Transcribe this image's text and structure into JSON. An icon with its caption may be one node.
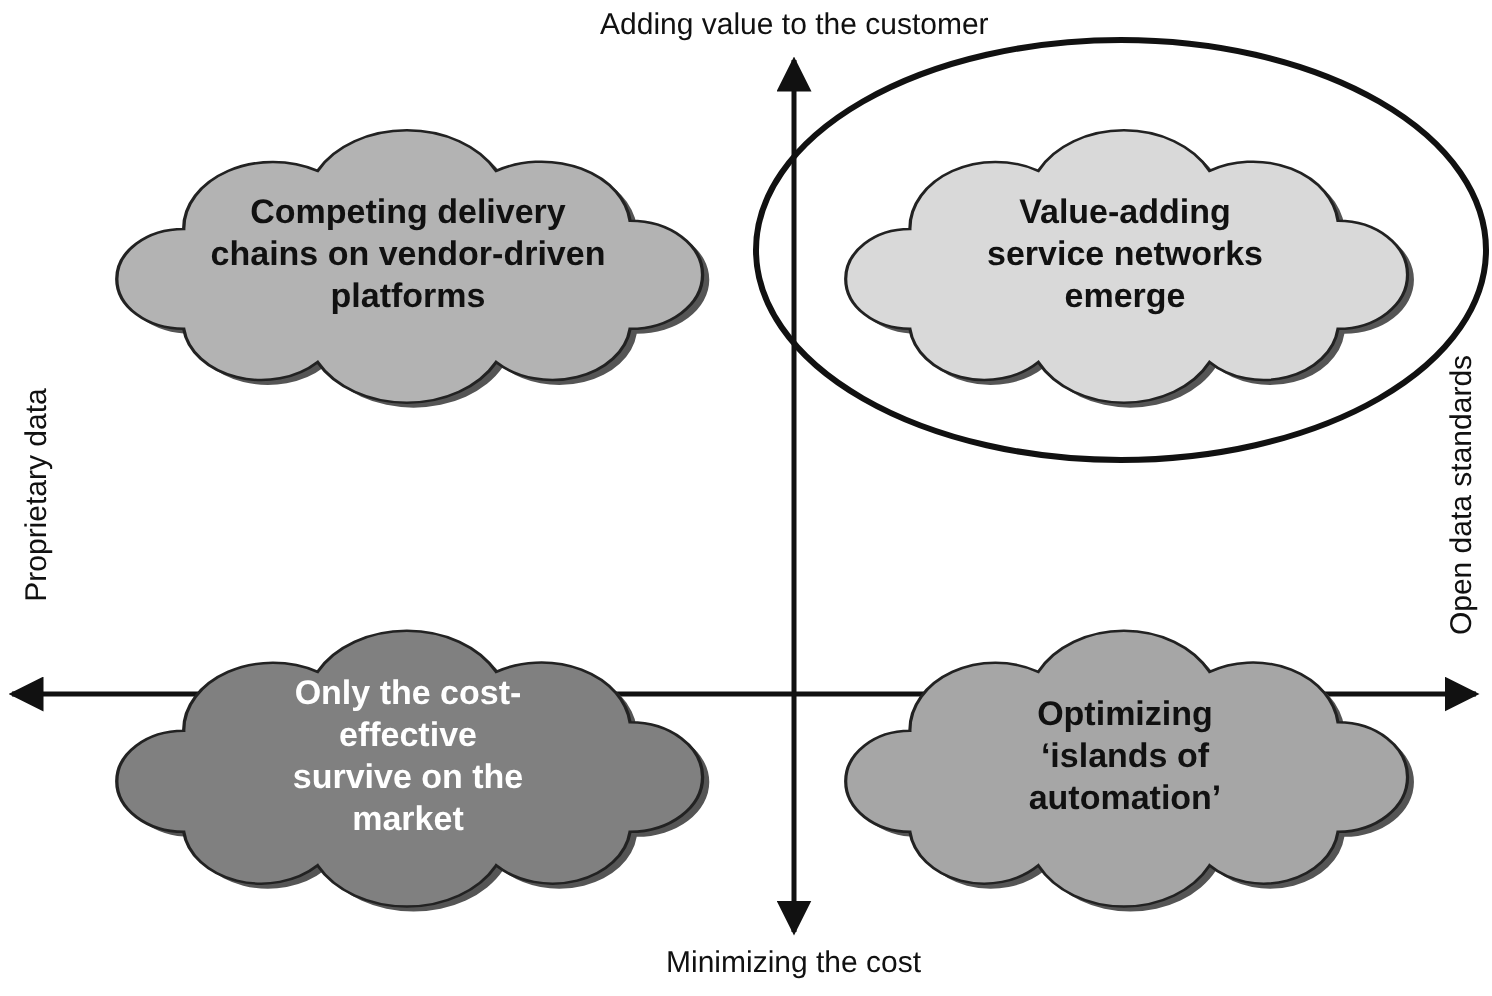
{
  "diagram": {
    "nodes": [
      {
        "text": [
          "Competing delivery chains on vendor-driven platforms"
        ]
      },
      {
        "text": [
          "Value-adding service networks emerge"
        ]
      },
      {
        "text": [
          "Only the cost-effective survive on the market"
        ]
      },
      {
        "text": [
          "Optimizing ‘islands of automation’"
        ]
      }
    ],
    "labels": [
      "Adding value to the customer",
      "Proprietary data",
      "Open data standards",
      "Minimizing the cost"
    ]
  }
}
